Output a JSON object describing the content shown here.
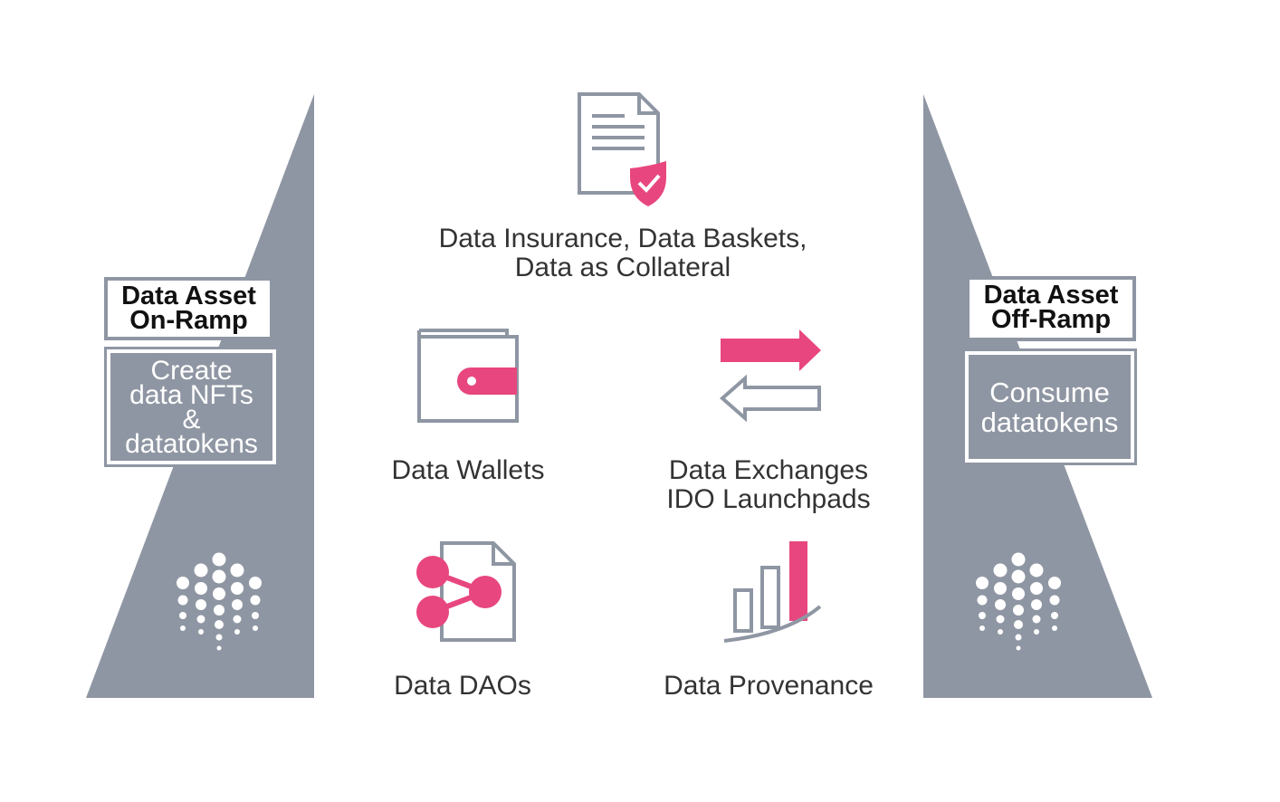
{
  "on_ramp": {
    "title": [
      "Data Asset",
      "On-Ramp"
    ],
    "body": [
      "Create",
      "data NFTs",
      "&",
      "datatokens"
    ]
  },
  "off_ramp": {
    "title": [
      "Data Asset",
      "Off-Ramp"
    ],
    "body": [
      "Consume",
      "datatokens"
    ]
  },
  "features": {
    "insurance": [
      "Data Insurance, Data Baskets,",
      "Data as Collateral"
    ],
    "wallets": [
      "Data Wallets"
    ],
    "exchanges": [
      "Data Exchanges",
      "IDO Launchpads"
    ],
    "daos": [
      "Data DAOs"
    ],
    "provenance": [
      "Data Provenance"
    ]
  },
  "icons": {
    "insurance": "document-shield-icon",
    "wallets": "wallet-icon",
    "exchanges": "exchange-arrows-icon",
    "daos": "document-share-icon",
    "provenance": "bar-chart-growth-icon",
    "logo": "dot-logo-icon"
  },
  "colors": {
    "ramp_gray": "#8f96a3",
    "accent_pink": "#e8467f",
    "icon_stroke": "#8f96a3",
    "text": "#333333"
  }
}
